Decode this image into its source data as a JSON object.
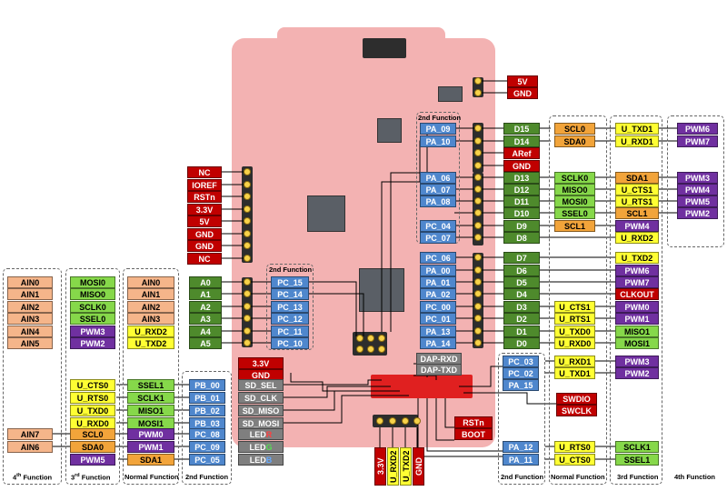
{
  "captions": {
    "top_2nd_function": "2nd Function",
    "mid_2nd_function": "2nd Function",
    "left_4th": "4",
    "left_4th_sup": "th",
    "left_4th_rest": " Function",
    "left_3rd": "3",
    "left_3rd_sup": "rd",
    "left_3rd_rest": " Function",
    "left_normal": "Normal Function",
    "left_2nd": "2nd Function",
    "right_2nd": "2nd Function",
    "right_normal": "Normal Function",
    "right_3rd": "3rd Function",
    "right_4th": "4th  Function"
  },
  "power_right": [
    "5V",
    "GND"
  ],
  "power_left": [
    "NC",
    "IOREF",
    "RSTn",
    "3.3V",
    "5V",
    "GND",
    "GND",
    "NC"
  ],
  "analog": {
    "pins": [
      "A0",
      "A1",
      "A2",
      "A3",
      "A4",
      "A5"
    ],
    "second": [
      "PC_15",
      "PC_14",
      "PC_13",
      "PC_12",
      "PC_11",
      "PC_10"
    ],
    "normal": [
      "AIN0",
      "AIN1",
      "AIN2",
      "AIN3",
      "U_RXD2",
      "U_TXD2"
    ],
    "third": [
      "MOSI0",
      "MISO0",
      "SCLK0",
      "SSEL0",
      "PWM3",
      "PWM2"
    ],
    "fourth": [
      "AIN0",
      "AIN1",
      "AIN2",
      "AIN3",
      "AIN4",
      "AIN5"
    ]
  },
  "top_right": {
    "second": [
      "PA_09",
      "PA_10"
    ],
    "pins": [
      "D15",
      "D14",
      "ARef",
      "GND"
    ],
    "normal": [
      "SCL0",
      "SDA0"
    ],
    "third": [
      "U_TXD1",
      "U_RXD1"
    ],
    "fourth": [
      "PWM6",
      "PWM7"
    ]
  },
  "mid_right": {
    "second": [
      "PA_06",
      "PA_07",
      "PA_08",
      "PC_04",
      "PC_07"
    ],
    "pins": [
      "D13",
      "D12",
      "D11",
      "D10",
      "D9",
      "D8"
    ],
    "normal": [
      "SCLK0",
      "MISO0",
      "MOSI0",
      "SSEL0",
      "SCL1"
    ],
    "third": [
      "SDA1",
      "U_CTS1",
      "U_RTS1",
      "SCL1",
      "PWM4",
      "U_RXD2"
    ],
    "fourth": [
      "PWM3",
      "PWM4",
      "PWM5",
      "PWM2"
    ]
  },
  "low_right": {
    "second": [
      "PC_06",
      "PA_00",
      "PA_01",
      "PA_02",
      "PC_00",
      "PC_01",
      "PA_13",
      "PA_14"
    ],
    "pins": [
      "D7",
      "D6",
      "D5",
      "D4",
      "D3",
      "D2",
      "D1",
      "D0"
    ],
    "normal": [
      "U_CTS1",
      "U_RTS1",
      "U_TXD0",
      "U_RXD0"
    ],
    "third": [
      "U_TXD2",
      "PWM6",
      "PWM7",
      "CLKOUT",
      "PWM0",
      "PWM1",
      "MISO1",
      "MOSI1"
    ]
  },
  "spi": {
    "header": [
      "3.3V",
      "GND"
    ],
    "names": [
      "SD_SEL",
      "SD_CLK",
      "SD_MISO",
      "SD_MOSI"
    ],
    "second": [
      "PB_00",
      "PB_01",
      "PB_02",
      "PB_03"
    ],
    "normal": [
      "SSEL1",
      "SCLK1",
      "MISO1",
      "MOSI1"
    ],
    "third": [
      "U_CTS0",
      "U_RTS0",
      "U_TXD0",
      "U_RXD0"
    ]
  },
  "leds": {
    "names": [
      "LED",
      "LED",
      "LED"
    ],
    "colors": [
      "R",
      "G",
      "B"
    ],
    "second": [
      "PC_08",
      "PC_09",
      "PC_05"
    ],
    "normal": [
      "PWM0",
      "PWM1",
      "SDA1"
    ],
    "third": [
      "SCL0",
      "SDA0",
      "PWM5"
    ],
    "fourth": [
      "AIN7",
      "AIN6"
    ]
  },
  "dap": [
    "DAP-RXD",
    "DAP-TXD"
  ],
  "swd": {
    "second": [
      "PC_03",
      "PC_02",
      "PA_15"
    ],
    "normal": [
      "U_RXD1",
      "U_TXD1"
    ],
    "third": [
      "PWM3",
      "PWM2"
    ],
    "swdio": "SWDIO",
    "swclk": "SWCLK"
  },
  "reset": [
    "RSTn",
    "BOOT"
  ],
  "bottom_vertical": [
    "3.3V",
    "U_RXD2",
    "U_TXD2",
    "GND"
  ],
  "bottom_right": {
    "second": [
      "PA_12",
      "PA_11"
    ],
    "normal": [
      "U_RTS0",
      "U_CTS0"
    ],
    "third": [
      "SCLK1",
      "SSEL1"
    ]
  },
  "colors": {
    "red": "#c00000",
    "green": "#4e8a2c",
    "light_green": "#86d84a",
    "blue": "#4f87cd",
    "orange": "#f2a43a",
    "yellow": "#ffff33",
    "purple": "#7030a0",
    "salmon": "#f5b58a",
    "gray": "#7f7f7f",
    "board": "#f3b2b2"
  }
}
